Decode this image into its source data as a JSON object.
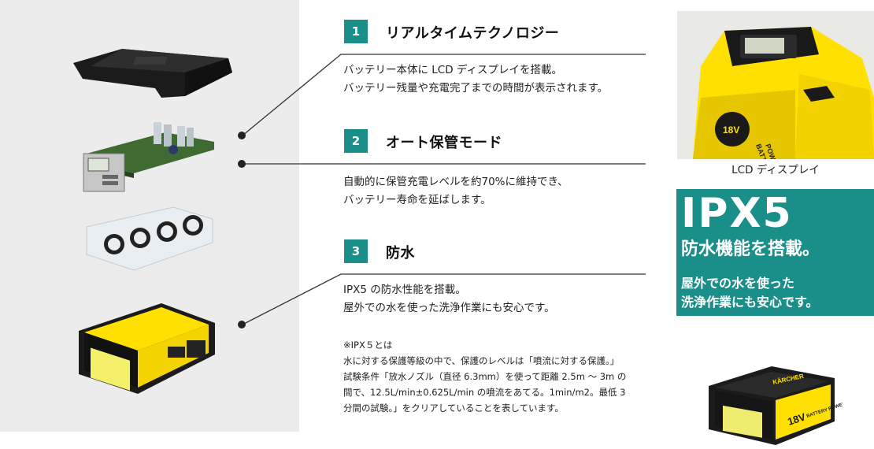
{
  "features": [
    {
      "number": "1",
      "title": "リアルタイムテクノロジー",
      "desc_line1": "バッテリー本体に LCD ディスプレイを搭載。",
      "desc_line2": "バッテリー残量や充電完了までの時間が表示されます。"
    },
    {
      "number": "2",
      "title": "オート保管モード",
      "desc_line1": "自動的に保管充電レベルを約70%に維持でき、",
      "desc_line2": "バッテリー寿命を延ばします。"
    },
    {
      "number": "3",
      "title": "防水",
      "desc_line1": "IPX5 の防水性能を搭載。",
      "desc_line2": "屋外での水を使った洗浄作業にも安心です。"
    }
  ],
  "note": {
    "heading": "※IPX５とは",
    "line1": "水に対する保護等級の中で、保護のレベルは「噴流に対する保護。」",
    "line2": "試験条件「放水ノズル（直径 6.3mm）を使って距離 2.5m ～ 3m の",
    "line3": "間で、12.5L/min±0.625L/min の噴流をあてる。1min/m2。最低 3",
    "line4": "分間の試験。」をクリアしていることを表しています。"
  },
  "lcd_photo": {
    "caption": "LCD ディスプレイ",
    "battery_text_line1": "BATTERY",
    "battery_text_line2": "POWER",
    "volt_label": "18V"
  },
  "ipx_box": {
    "big": "IPX5",
    "sub": "防水機能を搭載。",
    "sub2_line1": "屋外での水を使った",
    "sub2_line2": "洗浄作業にも安心です。"
  },
  "battery_photo": {
    "brand": "KÄRCHER",
    "volt_label": "18V",
    "battery_text": "BATTERY POWER"
  },
  "colors": {
    "accent": "#1a8f8a",
    "karcher_yellow": "#ffe000",
    "panel_gray": "#ececec"
  }
}
